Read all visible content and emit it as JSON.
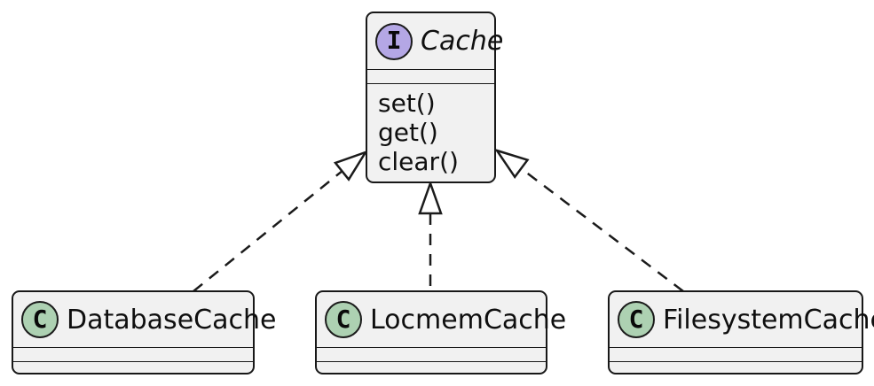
{
  "diagram": {
    "type": "uml-class-diagram",
    "nodes": {
      "cache": {
        "kind": "interface",
        "stereotype_letter": "I",
        "name": "Cache",
        "fields": [],
        "methods": [
          "set()",
          "get()",
          "clear()"
        ]
      },
      "database_cache": {
        "kind": "class",
        "stereotype_letter": "C",
        "name": "DatabaseCache",
        "fields": [],
        "methods": []
      },
      "locmem_cache": {
        "kind": "class",
        "stereotype_letter": "C",
        "name": "LocmemCache",
        "fields": [],
        "methods": []
      },
      "filesystem_cache": {
        "kind": "class",
        "stereotype_letter": "C",
        "name": "FilesystemCache",
        "fields": [],
        "methods": []
      }
    },
    "edges": [
      {
        "from": "DatabaseCache",
        "to": "Cache",
        "type": "realization",
        "style": "dashed-hollow-triangle"
      },
      {
        "from": "LocmemCache",
        "to": "Cache",
        "type": "realization",
        "style": "dashed-hollow-triangle"
      },
      {
        "from": "FilesystemCache",
        "to": "Cache",
        "type": "realization",
        "style": "dashed-hollow-triangle"
      }
    ],
    "colors": {
      "node_fill": "#f1f1f1",
      "node_border": "#181818",
      "interface_circle_fill": "#b4a7e5",
      "class_circle_fill": "#add1b2",
      "circle_border": "#1b1b1b",
      "edge_color": "#1b1b1b",
      "background": "#ffffff",
      "text": "#0f0f0f"
    }
  }
}
